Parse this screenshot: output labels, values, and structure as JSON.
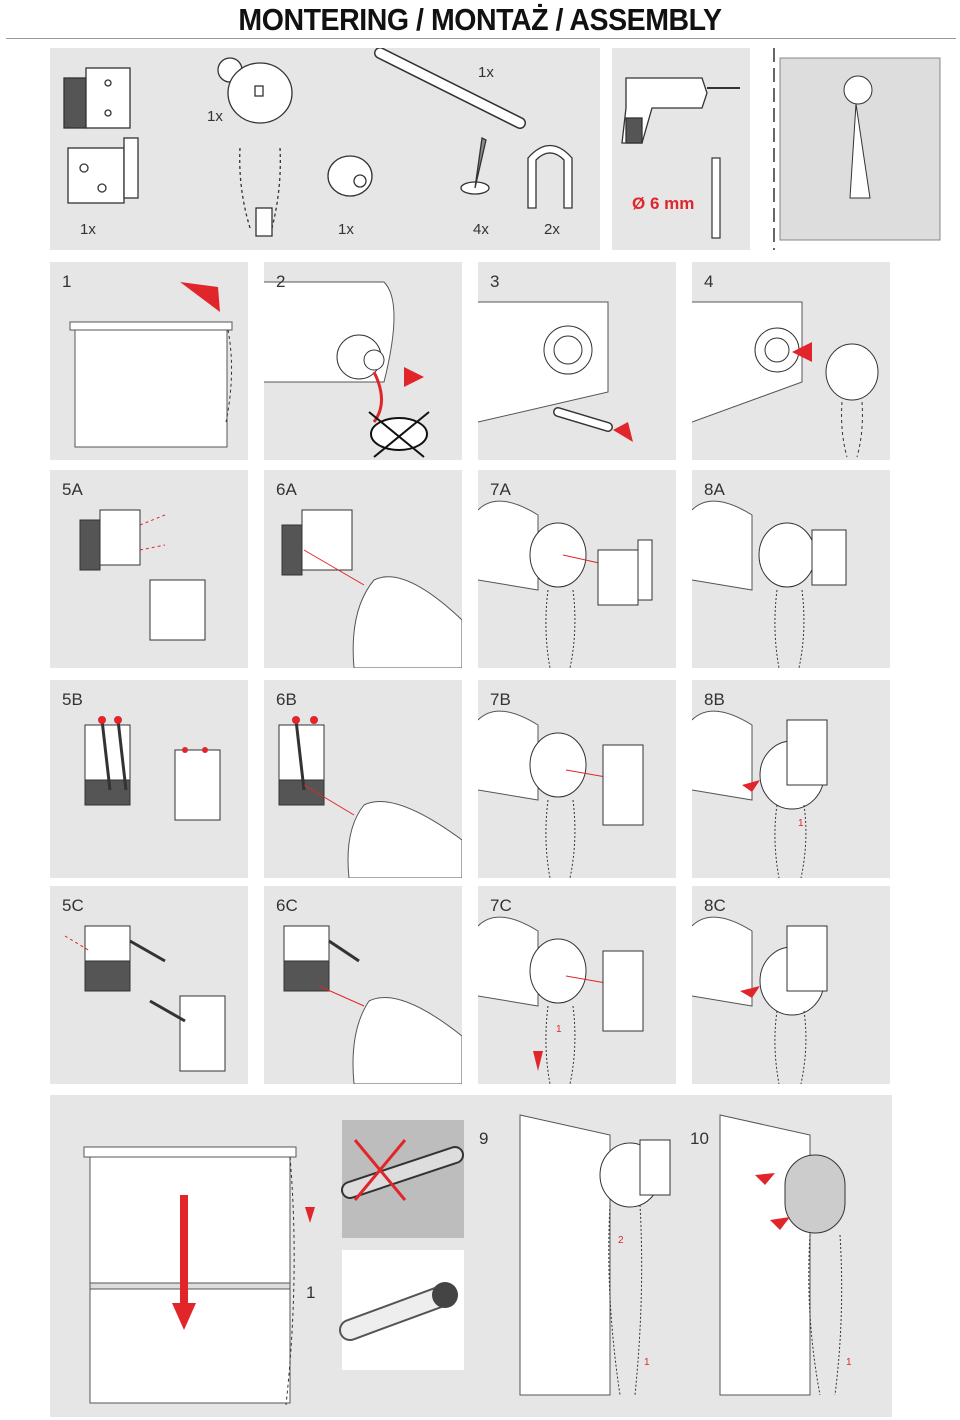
{
  "title": "MONTERING / MONTAŻ / ASSEMBLY",
  "colors": {
    "panel": "#e6e6e6",
    "accent_red": "#e0262b",
    "line": "#555555"
  },
  "parts": {
    "qty_bracket": "1x",
    "qty_clutch": "1x",
    "qty_rod": "1x",
    "qty_plug": "1x",
    "qty_screws": "4x",
    "qty_caps": "2x",
    "qty_clutch_top": "1x",
    "drill_size": "Ø 6 mm"
  },
  "steps": {
    "s1": "1",
    "s2": "2",
    "s3": "3",
    "s4": "4",
    "s5a": "5A",
    "s6a": "6A",
    "s7a": "7A",
    "s8a": "8A",
    "s5b": "5B",
    "s6b": "6B",
    "s7b": "7B",
    "s8b": "8B",
    "s5c": "5C",
    "s6c": "6C",
    "s7c": "7C",
    "s8c": "8C",
    "s9": "9",
    "s10": "10"
  },
  "annotations": {
    "chain_1": "1",
    "chain_2": "2",
    "chain_8b": "1",
    "chain_7c": "1",
    "chain_9": "1",
    "chain_10": "1",
    "bottom_one": "1"
  },
  "icons": [
    "bracket-icon",
    "clutch-icon",
    "rod-icon",
    "plug-icon",
    "screw-icon",
    "cap-icon",
    "drill-icon",
    "drill-bit-icon",
    "arrow-icon",
    "cross-icon"
  ]
}
